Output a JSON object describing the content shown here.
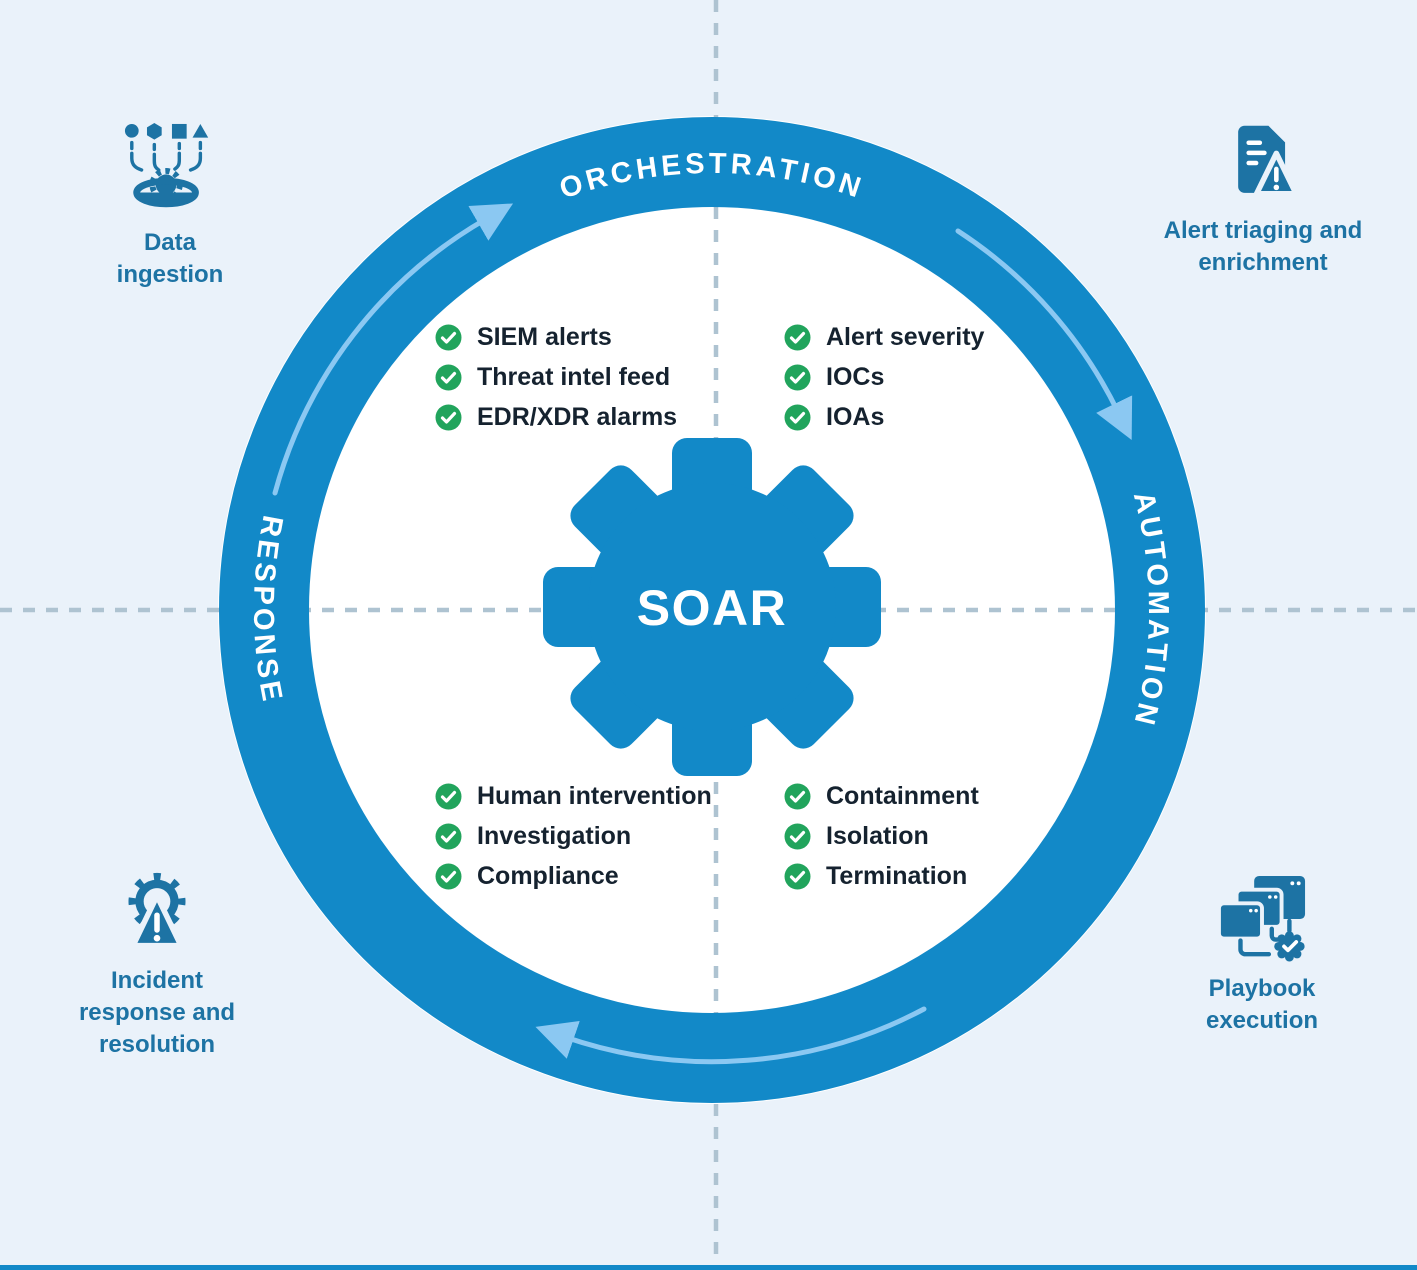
{
  "colors": {
    "background": "#eaf2fa",
    "ring_blue": "#1289c8",
    "arrow_light_blue": "#8bc8f2",
    "corner_icon_blue": "#1d73a4",
    "check_green": "#21a45c",
    "list_text": "#15222f",
    "dash_gray": "#aec3d1",
    "center_text": "#ffffff"
  },
  "ring": {
    "labels": {
      "top": "ORCHESTRATION",
      "right": "AUTOMATION",
      "left": "RESPONSE"
    },
    "rotation_direction": "clockwise"
  },
  "center": {
    "label": "SOAR",
    "icon": "gear-icon"
  },
  "list_check_icon": "check-circle-icon",
  "quadrants": {
    "top_left": {
      "items": [
        "SIEM alerts",
        "Threat intel feed",
        "EDR/XDR alarms"
      ]
    },
    "top_right": {
      "items": [
        "Alert severity",
        "IOCs",
        "IOAs"
      ]
    },
    "bottom_left": {
      "items": [
        "Human intervention",
        "Investigation",
        "Compliance"
      ]
    },
    "bottom_right": {
      "items": [
        "Containment",
        "Isolation",
        "Termination"
      ]
    }
  },
  "corners": {
    "top_left": {
      "icon": "data-ingestion-icon",
      "lines": [
        "Data",
        "ingestion"
      ]
    },
    "top_right": {
      "icon": "alert-document-icon",
      "lines": [
        "Alert triaging and",
        "enrichment"
      ]
    },
    "bottom_left": {
      "icon": "incident-alert-gear-icon",
      "lines": [
        "Incident",
        "response and",
        "resolution"
      ]
    },
    "bottom_right": {
      "icon": "playbook-windows-icon",
      "lines": [
        "Playbook",
        "execution"
      ]
    }
  }
}
